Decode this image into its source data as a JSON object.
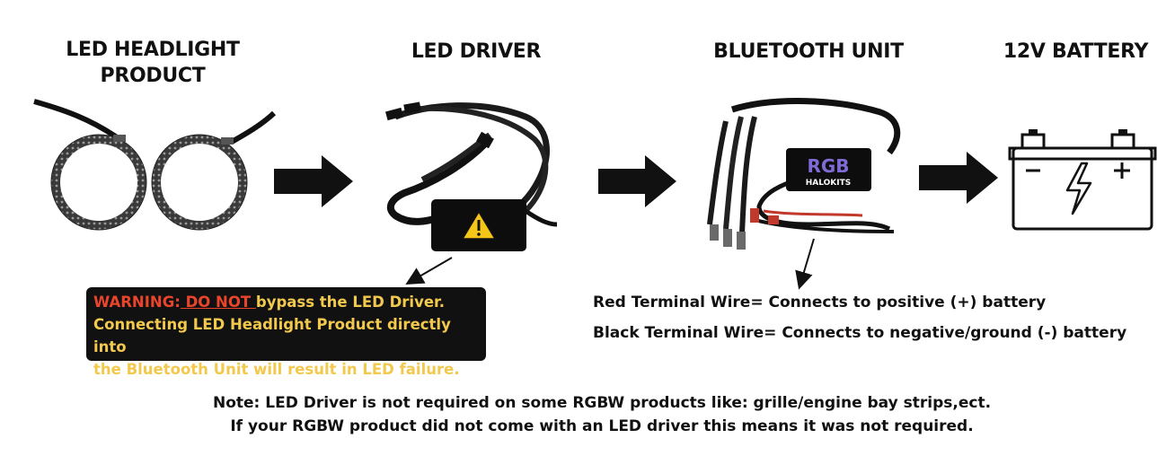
{
  "titles": {
    "headlight_line1": "LED HEADLIGHT",
    "headlight_line2": "PRODUCT",
    "driver": "LED DRIVER",
    "bluetooth": "BLUETOOTH UNIT",
    "battery": "12V BATTERY"
  },
  "warning": {
    "prefix": "WARNING:",
    "emphasis": " DO NOT ",
    "line1_rest": "bypass the LED Driver.",
    "line2": "Connecting LED Headlight Product directly into",
    "line3": "the Bluetooth Unit will result in LED failure."
  },
  "terminals": {
    "red": "Red Terminal Wire= Connects to positive (+) battery",
    "black": "Black Terminal Wire= Connects to negative/ground (-) battery"
  },
  "notes": {
    "line1": "Note: LED Driver is not required on some RGBW products like: grille/engine bay strips,ect.",
    "line2": "If your RGBW product did not come with an LED driver this means it was not required."
  },
  "bluetooth_unit_logo": {
    "rgb": "RGB",
    "brand": "HALOKITS"
  },
  "colors": {
    "warning_red": "#e8452c",
    "warning_yellow": "#f2c94c",
    "warning_icon": "#f5c518",
    "wire_red": "#c0392b"
  }
}
